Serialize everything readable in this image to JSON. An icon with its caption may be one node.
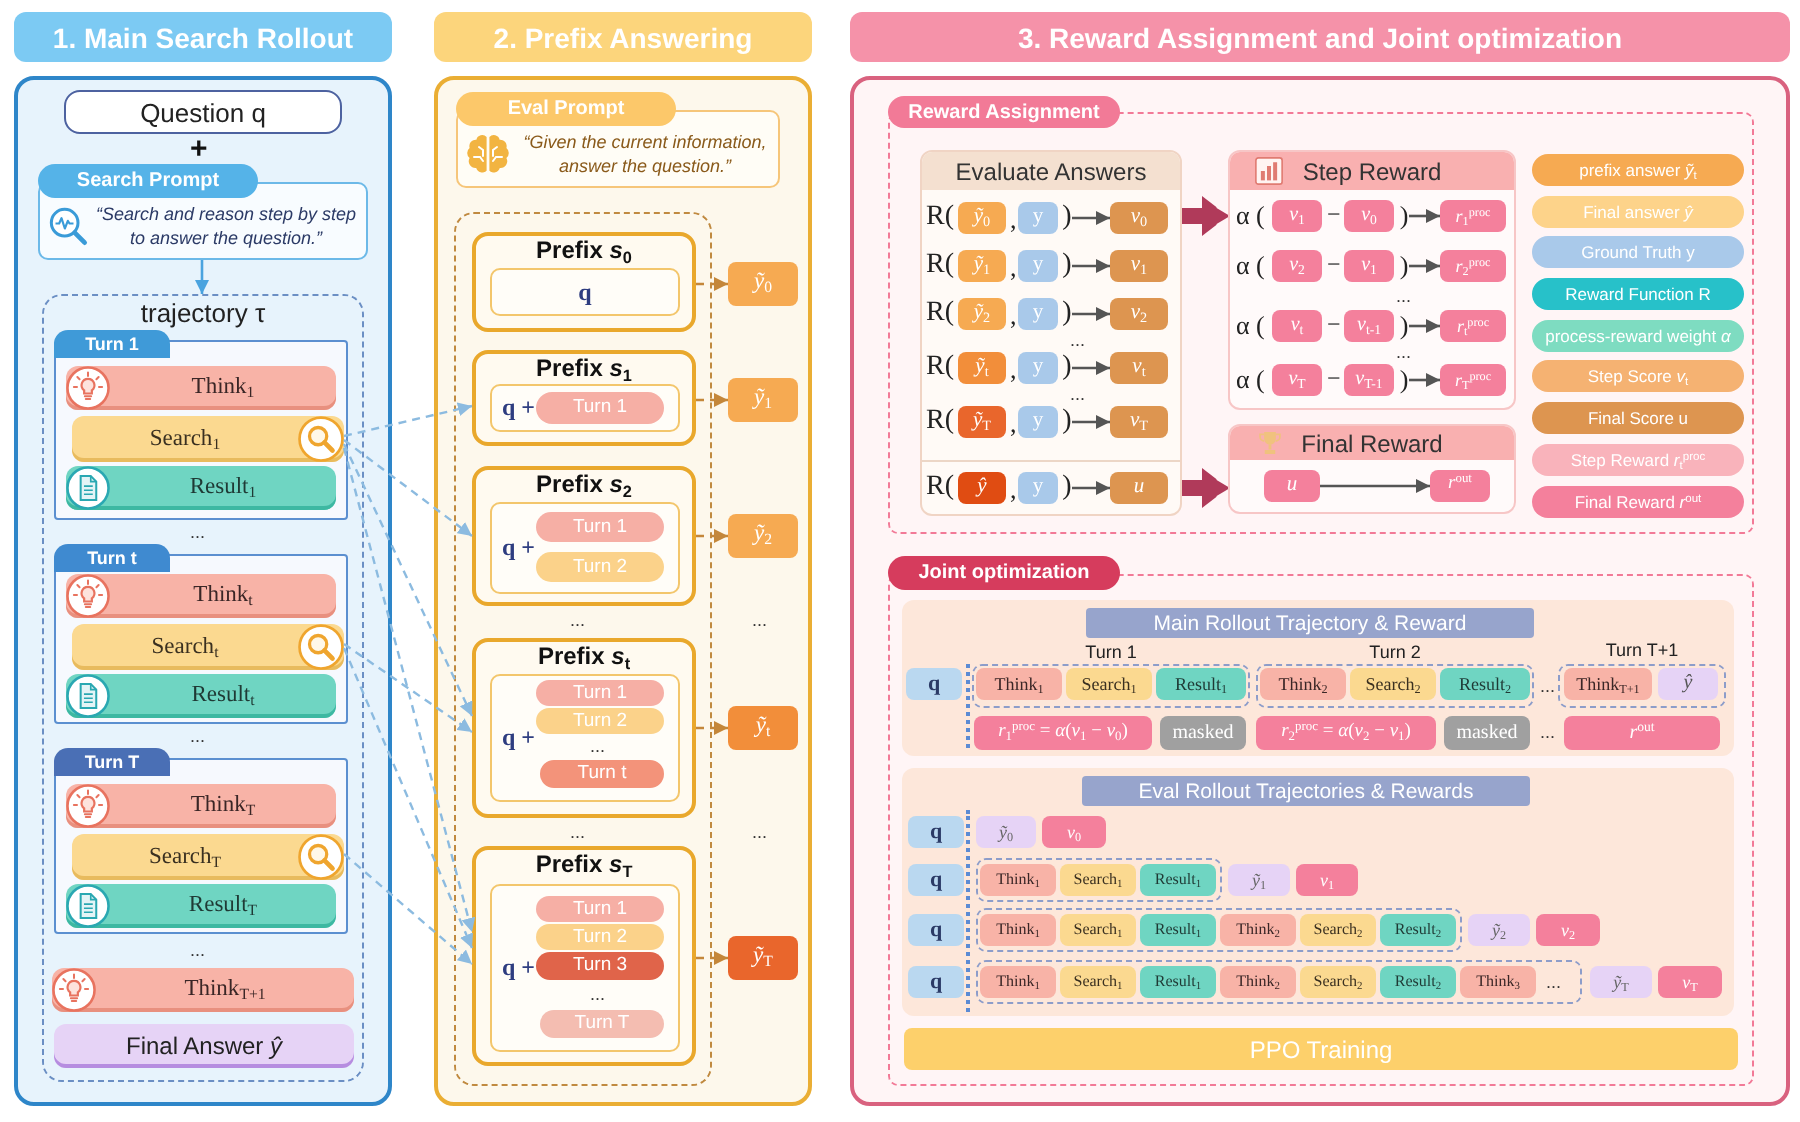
{
  "diagram": {
    "nodes": [
      {
        "text": [
          "1. Main Search Rollout"
        ]
      },
      {
        "text": [
          "Question q"
        ],
        "in": 0
      },
      {
        "text": [
          "Search Prompt",
          "“Search and reason step by step to answer the question.”"
        ],
        "in": 0
      },
      {
        "text": [
          "trajectory τ"
        ],
        "in": 0
      },
      {
        "text": [
          "Turn 1"
        ],
        "in": 3
      },
      {
        "text": [
          "Think$_{1}$"
        ],
        "in": 4
      },
      {
        "text": [
          "Search$_{1}$"
        ],
        "in": 4
      },
      {
        "text": [
          "Result$_{1}$"
        ],
        "in": 4
      },
      {
        "text": [
          "Turn t"
        ],
        "in": 3
      },
      {
        "text": [
          "Think$_{t}$"
        ],
        "in": 8
      },
      {
        "text": [
          "Search$_{t}$"
        ],
        "in": 8
      },
      {
        "text": [
          "Result$_{t}$"
        ],
        "in": 8
      },
      {
        "text": [
          "Turn T"
        ],
        "in": 3
      },
      {
        "text": [
          "Think$_{T}$"
        ],
        "in": 12
      },
      {
        "text": [
          "Search$_{T}$"
        ],
        "in": 12
      },
      {
        "text": [
          "Result$_{T}$"
        ],
        "in": 12
      },
      {
        "text": [
          "Think$_{T+1}$"
        ],
        "in": 3
      },
      {
        "text": [
          "Final Answer *ŷ*"
        ],
        "in": 3
      },
      {
        "text": [
          "2. Prefix Answering"
        ]
      },
      {
        "text": [
          "Eval Prompt",
          "“Given the current information, answer the question.”"
        ],
        "in": 18
      },
      {
        "text": [],
        "shape": "box",
        "in": 18
      },
      {
        "text": [
          "Prefix *s*$_{0}$"
        ],
        "in": 20
      },
      {
        "text": [
          "q"
        ],
        "in": 21
      },
      {
        "text": [
          "Prefix *s*$_{1}$"
        ],
        "in": 20
      },
      {
        "text": [
          "q +"
        ],
        "in": 23
      },
      {
        "text": [
          "Turn 1"
        ],
        "in": 24
      },
      {
        "text": [
          "Prefix *s*$_{2}$"
        ],
        "in": 20
      },
      {
        "text": [
          "q +"
        ],
        "in": 26
      },
      {
        "text": [
          "Turn 1"
        ],
        "in": 27
      },
      {
        "text": [
          "Turn 2"
        ],
        "in": 27
      },
      {
        "text": [
          "Prefix *s*$_{t}$"
        ],
        "in": 20
      },
      {
        "text": [
          "q +"
        ],
        "in": 30
      },
      {
        "text": [
          "Turn 1"
        ],
        "in": 31
      },
      {
        "text": [
          "Turn 2"
        ],
        "in": 31
      },
      {
        "text": [
          "Turn t"
        ],
        "in": 31
      },
      {
        "text": [
          "Prefix *s*$_{T}$"
        ],
        "in": 20
      },
      {
        "text": [
          "q +"
        ],
        "in": 35
      },
      {
        "text": [
          "Turn 1"
        ],
        "in": 36
      },
      {
        "text": [
          "Turn 2"
        ],
        "in": 36
      },
      {
        "text": [
          "Turn 3"
        ],
        "in": 36
      },
      {
        "text": [
          "Turn T"
        ],
        "in": 36
      },
      {
        "text": [
          "*ỹ*$_{0}$"
        ],
        "in": 18
      },
      {
        "text": [
          "*ỹ*$_{1}$"
        ],
        "in": 18
      },
      {
        "text": [
          "*ỹ*$_{2}$"
        ],
        "in": 18
      },
      {
        "text": [
          "*ỹ*$_{t}$"
        ],
        "in": 18
      },
      {
        "text": [
          "*ỹ*$_{T}$"
        ],
        "in": 18
      },
      {
        "text": [
          "3. Reward Assignment and Joint optimization"
        ]
      },
      {
        "text": [
          "Reward Assignment"
        ],
        "in": 46
      },
      {
        "text": [
          "Evaluate Answers"
        ],
        "in": 47
      },
      {
        "text": [
          "*ỹ*$_{0}$"
        ],
        "in": 48
      },
      {
        "text": [
          "y"
        ],
        "in": 48
      },
      {
        "text": [
          ")"
        ],
        "in": 48
      },
      {
        "text": [
          "*v*$_{0}$"
        ],
        "in": 48
      },
      {
        "text": [
          "*ỹ*$_{1}$"
        ],
        "in": 48
      },
      {
        "text": [
          "y"
        ],
        "in": 48
      },
      {
        "text": [
          ")"
        ],
        "in": 48
      },
      {
        "text": [
          "*v*$_{1}$"
        ],
        "in": 48
      },
      {
        "text": [
          "*ỹ*$_{2}$"
        ],
        "in": 48
      },
      {
        "text": [
          "y"
        ],
        "in": 48
      },
      {
        "text": [
          ")"
        ],
        "in": 48
      },
      {
        "text": [
          "*v*$_{2}$"
        ],
        "in": 48
      },
      {
        "text": [
          "*ỹ*$_{t}$"
        ],
        "in": 48
      },
      {
        "text": [
          "y"
        ],
        "in": 48
      },
      {
        "text": [
          ")"
        ],
        "in": 48
      },
      {
        "text": [
          "*v*$_{t}$"
        ],
        "in": 48
      },
      {
        "text": [
          "*ỹ*$_{T}$"
        ],
        "in": 48
      },
      {
        "text": [
          "y"
        ],
        "in": 48
      },
      {
        "text": [
          ")"
        ],
        "in": 48
      },
      {
        "text": [
          "*v*$_{T}$"
        ],
        "in": 48
      },
      {
        "text": [
          "*ŷ*"
        ],
        "in": 48
      },
      {
        "text": [
          "y"
        ],
        "in": 48
      },
      {
        "text": [
          ")"
        ],
        "in": 48
      },
      {
        "text": [
          "*u*"
        ],
        "in": 48
      },
      {
        "text": [
          "Step Reward"
        ],
        "in": 47
      },
      {
        "text": [
          "*v*$_{1}$"
        ],
        "in": 73
      },
      {
        "text": [
          "*v*$_{0}$"
        ],
        "in": 73
      },
      {
        "text": [
          ")"
        ],
        "in": 73
      },
      {
        "text": [
          "*r*$_{1}$$^{proc}$"
        ],
        "in": 73
      },
      {
        "text": [
          "*v*$_{2}$"
        ],
        "in": 73
      },
      {
        "text": [
          "*v*$_{1}$"
        ],
        "in": 73
      },
      {
        "text": [
          ")"
        ],
        "in": 73
      },
      {
        "text": [
          "*r*$_{2}$$^{proc}$"
        ],
        "in": 73
      },
      {
        "text": [
          "*v*$_{t}$"
        ],
        "in": 73
      },
      {
        "text": [
          "*v*$_{t-1}$"
        ],
        "in": 73
      },
      {
        "text": [
          ")"
        ],
        "in": 73
      },
      {
        "text": [
          "*r*$_{t}$$^{proc}$"
        ],
        "in": 73
      },
      {
        "text": [
          "*v*$_{T}$"
        ],
        "in": 73
      },
      {
        "text": [
          "*v*$_{T-1}$"
        ],
        "in": 73
      },
      {
        "text": [
          ")"
        ],
        "in": 73
      },
      {
        "text": [
          "*r*$_{T}$$^{proc}$"
        ],
        "in": 73
      },
      {
        "text": [
          "Final Reward"
        ],
        "in": 47
      },
      {
        "text": [
          "*u*"
        ],
        "in": 90
      },
      {
        "text": [
          "*r*$^{out}$"
        ],
        "in": 90
      },
      {
        "text": [
          "Joint optimization"
        ],
        "in": 46
      },
      {
        "text": [
          "Main Rollout Trajectory & Reward"
        ],
        "in": 93
      },
      {
        "text": [
          "q"
        ],
        "in": 94
      },
      {
        "text": [
          "Turn 1"
        ],
        "in": 94
      },
      {
        "text": [
          "Think$_{1}$"
        ],
        "in": 96
      },
      {
        "text": [
          "Search$_{1}$"
        ],
        "in": 96
      },
      {
        "text": [
          "Result$_{1}$"
        ],
        "in": 96
      },
      {
        "text": [
          "Turn 2"
        ],
        "in": 94
      },
      {
        "text": [
          "Think$_{2}$"
        ],
        "in": 100
      },
      {
        "text": [
          "Search$_{2}$"
        ],
        "in": 100
      },
      {
        "text": [
          "Result$_{2}$"
        ],
        "in": 100
      },
      {
        "text": [
          "Turn T+1"
        ],
        "in": 94
      },
      {
        "text": [
          "Think$_{T+1}$"
        ],
        "in": 104
      },
      {
        "text": [
          "*ŷ*"
        ],
        "in": 104
      },
      {
        "text": [
          "*r*$_{1}$$^{proc}$ = *α*(*v*$_{1}$ − *v*$_{0}$)"
        ],
        "in": 94
      },
      {
        "text": [
          "masked"
        ],
        "in": 94
      },
      {
        "text": [
          "*r*$_{2}$$^{proc}$ = *α*(*v*$_{2}$ − *v*$_{1}$)"
        ],
        "in": 94
      },
      {
        "text": [
          "masked"
        ],
        "in": 94
      },
      {
        "text": [
          "*r*$^{out}$"
        ],
        "in": 94
      },
      {
        "text": [
          "Eval Rollout Trajectories & Rewards"
        ],
        "in": 93
      },
      {
        "text": [
          "q"
        ],
        "in": 112
      },
      {
        "text": [
          "*ỹ*$_{0}$"
        ],
        "in": 112
      },
      {
        "text": [
          "*v*$_{0}$"
        ],
        "in": 112
      },
      {
        "text": [
          "q"
        ],
        "in": 112
      },
      {
        "text": [],
        "shape": "box",
        "in": 112
      },
      {
        "text": [
          "Think$_{1}$"
        ],
        "in": 117
      },
      {
        "text": [
          "Search$_{1}$"
        ],
        "in": 117
      },
      {
        "text": [
          "Result$_{1}$"
        ],
        "in": 117
      },
      {
        "text": [
          "*ỹ*$_{1}$"
        ],
        "in": 112
      },
      {
        "text": [
          "*v*$_{1}$"
        ],
        "in": 112
      },
      {
        "text": [
          "q"
        ],
        "in": 112
      },
      {
        "text": [],
        "shape": "box",
        "in": 112
      },
      {
        "text": [
          "Think$_{1}$"
        ],
        "in": 124
      },
      {
        "text": [
          "Search$_{1}$"
        ],
        "in": 124
      },
      {
        "text": [
          "Result$_{1}$"
        ],
        "in": 124
      },
      {
        "text": [
          "Think$_{2}$"
        ],
        "in": 124
      },
      {
        "text": [
          "Search$_{2}$"
        ],
        "in": 124
      },
      {
        "text": [
          "Result$_{2}$"
        ],
        "in": 124
      },
      {
        "text": [
          "*ỹ*$_{2}$"
        ],
        "in": 112
      },
      {
        "text": [
          "*v*$_{2}$"
        ],
        "in": 112
      },
      {
        "text": [
          "q"
        ],
        "in": 112
      },
      {
        "text": [],
        "shape": "box",
        "in": 112
      },
      {
        "text": [
          "Think$_{1}$"
        ],
        "in": 134
      },
      {
        "text": [
          "Search$_{1}$"
        ],
        "in": 134
      },
      {
        "text": [
          "Result$_{1}$"
        ],
        "in": 134
      },
      {
        "text": [
          "Think$_{2}$"
        ],
        "in": 134
      },
      {
        "text": [
          "Search$_{2}$"
        ],
        "in": 134
      },
      {
        "text": [
          "Result$_{2}$"
        ],
        "in": 134
      },
      {
        "text": [
          "Think$_{3}$"
        ],
        "in": 134
      },
      {
        "text": [
          "*ỹ*$_{T}$"
        ],
        "in": 112
      },
      {
        "text": [
          "*v*$_{T}$"
        ],
        "in": 112
      },
      {
        "text": [
          "PPO Training"
        ],
        "in": 93
      }
    ],
    "edges": [
      {
        "from": 2,
        "to": 3,
        "arrow": "to",
        "color": "#4aa3df"
      },
      {
        "from": 6,
        "to": 23,
        "arrow": "to",
        "style": "dashed",
        "color": "#8cbbe0"
      },
      {
        "from": 6,
        "to": 26,
        "arrow": "to",
        "style": "dashed",
        "color": "#8cbbe0"
      },
      {
        "from": 6,
        "to": 30,
        "arrow": "to",
        "style": "dashed",
        "color": "#8cbbe0"
      },
      {
        "from": 10,
        "to": 30,
        "arrow": "to",
        "style": "dashed",
        "color": "#8cbbe0"
      },
      {
        "from": 6,
        "to": 35,
        "arrow": "to",
        "style": "dashed",
        "color": "#8cbbe0"
      },
      {
        "from": 10,
        "to": 35,
        "arrow": "to",
        "style": "dashed",
        "color": "#8cbbe0"
      },
      {
        "from": 14,
        "to": 35,
        "arrow": "to",
        "style": "dashed",
        "color": "#8cbbe0"
      },
      {
        "from": 21,
        "to": 41,
        "arrow": "to",
        "style": "dashed",
        "color": "#c4873a"
      },
      {
        "from": 23,
        "to": 42,
        "arrow": "to",
        "style": "dashed",
        "color": "#c4873a"
      },
      {
        "from": 26,
        "to": 43,
        "arrow": "to",
        "style": "dashed",
        "color": "#c4873a"
      },
      {
        "from": 30,
        "to": 44,
        "arrow": "to",
        "style": "dashed",
        "color": "#c4873a"
      },
      {
        "from": 35,
        "to": 45,
        "arrow": "to",
        "style": "dashed",
        "color": "#c4873a"
      },
      {
        "from": 48,
        "to": 73,
        "arrow": "to",
        "style": "thick",
        "color": "#b03a5a"
      },
      {
        "from": 48,
        "to": 90,
        "arrow": "to",
        "style": "thick",
        "color": "#b03a5a"
      },
      {
        "from": 51,
        "to": 52,
        "arrow": "to"
      },
      {
        "from": 55,
        "to": 56,
        "arrow": "to"
      },
      {
        "from": 59,
        "to": 60,
        "arrow": "to"
      },
      {
        "from": 63,
        "to": 64,
        "arrow": "to"
      },
      {
        "from": 67,
        "to": 68,
        "arrow": "to"
      },
      {
        "from": 71,
        "to": 72,
        "arrow": "to"
      },
      {
        "from": 76,
        "to": 77,
        "arrow": "to"
      },
      {
        "from": 80,
        "to": 81,
        "arrow": "to"
      },
      {
        "from": 84,
        "to": 85,
        "arrow": "to"
      },
      {
        "from": 88,
        "to": 89,
        "arrow": "to"
      },
      {
        "from": 91,
        "to": 92,
        "arrow": "to"
      }
    ],
    "labels": [
      "+",
      "...",
      "...",
      "...",
      "...",
      "...",
      "...",
      "...",
      "...",
      "...",
      "R(",
      ",",
      "R(",
      ",",
      "R(",
      ",",
      "...",
      "R(",
      ",",
      "...",
      "R(",
      ",",
      "R(",
      ",",
      "α (",
      "−",
      "α (",
      "−",
      "...",
      "α (",
      "−",
      "...",
      "α (",
      "−",
      "...",
      "...",
      "..."
    ],
    "legend": [
      {
        "text": "prefix answer *ỹ*$_{t}$",
        "color": "#f6aa52"
      },
      {
        "text": "Final answer *ŷ*",
        "color": "#fdd38a"
      },
      {
        "text": "Ground Truth y",
        "color": "#a9c9ea"
      },
      {
        "text": "Reward Function R",
        "color": "#27c1c9"
      },
      {
        "text": "process-reward weight *α*",
        "color": "#7edcc1"
      },
      {
        "text": "Step Score *v*$_{t}$",
        "color": "#f5b272"
      },
      {
        "text": "Final Score u",
        "color": "#dd9550"
      },
      {
        "text": "Step Reward *r*$_{t}$$^{proc}$",
        "color": "#f9b3bb"
      },
      {
        "text": "Final Reward *r*$^{out}$",
        "color": "#f4809c"
      }
    ]
  }
}
